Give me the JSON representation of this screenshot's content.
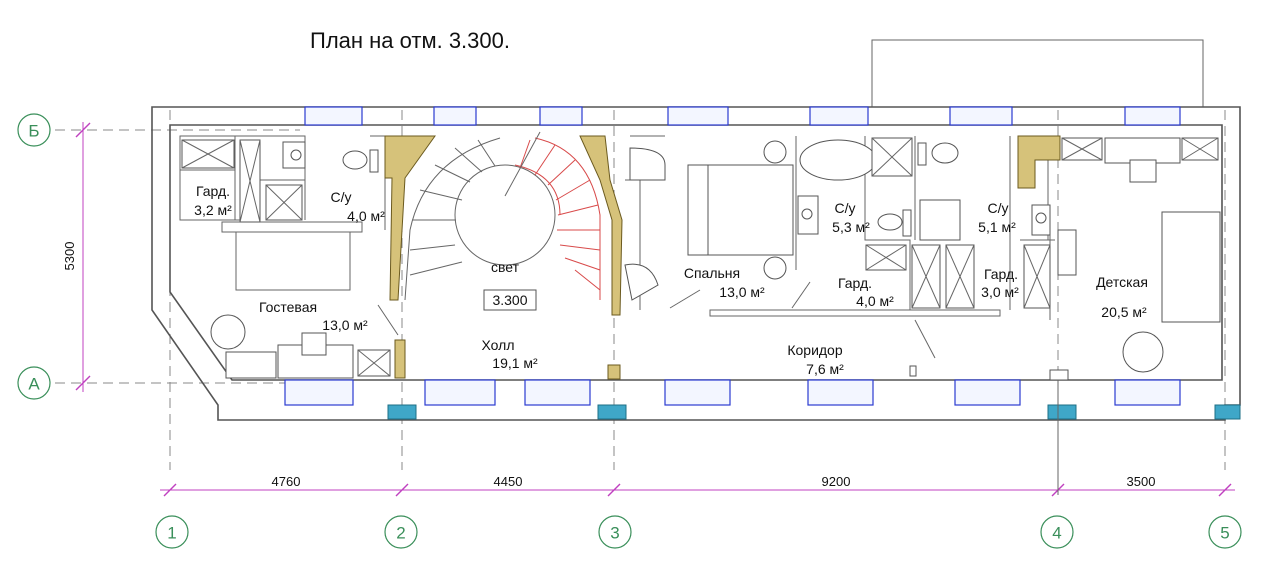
{
  "title": "План на отм. 3.300.",
  "axes_horizontal": [
    "1",
    "2",
    "3",
    "4",
    "5"
  ],
  "axes_vertical": [
    "Б",
    "А"
  ],
  "dimensions": {
    "spans": [
      "4760",
      "4450",
      "9200",
      "3500"
    ],
    "height": "5300"
  },
  "level_mark": "3.300",
  "rooms": {
    "gard1": {
      "name": "Гард.",
      "area": "3,2 м²"
    },
    "su1": {
      "name": "С/у",
      "area": "4,0 м²"
    },
    "guest": {
      "name": "Гостевая",
      "area": "13,0 м²"
    },
    "svet": {
      "name": "свет"
    },
    "hall": {
      "name": "Холл",
      "area": "19,1 м²"
    },
    "bedroom": {
      "name": "Спальня",
      "area": "13,0 м²"
    },
    "su2": {
      "name": "С/у",
      "area": "5,3 м²"
    },
    "gard2": {
      "name": "Гард.",
      "area": "4,0 м²"
    },
    "su3": {
      "name": "С/у",
      "area": "5,1 м²"
    },
    "gard3": {
      "name": "Гард.",
      "area": "3,0 м²"
    },
    "corridor": {
      "name": "Коридор",
      "area": "7,6 м²"
    },
    "kids": {
      "name": "Детская",
      "area": "20,5 м²"
    }
  },
  "colors": {
    "grid_axis": "#3a8f5a",
    "dimension": "#c040c0",
    "window": "#2b3bd0",
    "column": "#3fa7c8",
    "stair_hatch": "#d6c27a",
    "stair_red": "#d84a4a"
  }
}
